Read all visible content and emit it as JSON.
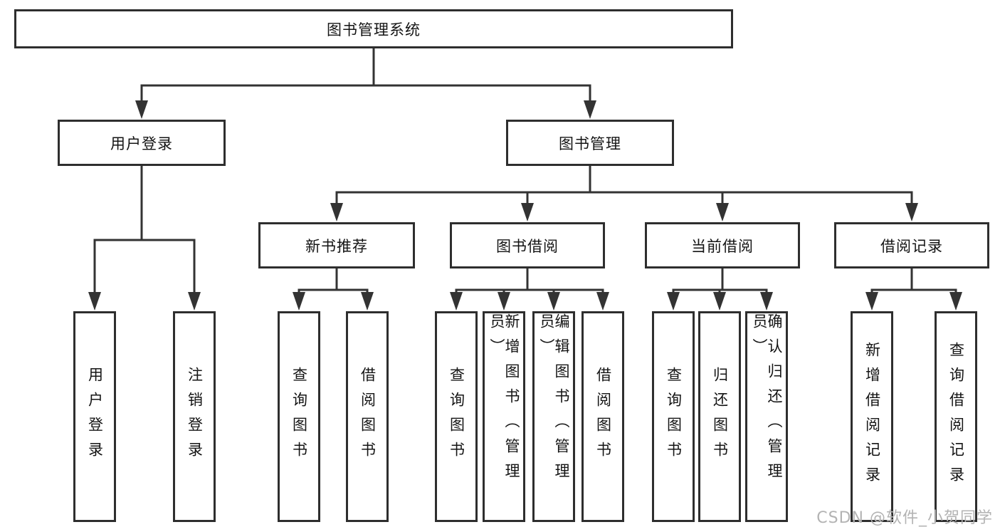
{
  "diagram": {
    "root": {
      "label": "图书管理系统"
    },
    "branches": {
      "user_login": {
        "label": "用户登录",
        "children": {
          "login": {
            "label": "用户登录"
          },
          "logout": {
            "label": "注销登录"
          }
        }
      },
      "book_mgmt": {
        "label": "图书管理",
        "children": {
          "new_book_rec": {
            "label": "新书推荐",
            "children": {
              "query": {
                "label": "查询图书"
              },
              "borrow": {
                "label": "借阅图书"
              }
            }
          },
          "book_borrow": {
            "label": "图书借阅",
            "children": {
              "query": {
                "label": "查询图书"
              },
              "add": {
                "label": "新增图书（管理员）"
              },
              "edit": {
                "label": "编辑图书（管理员）"
              },
              "borrow": {
                "label": "借阅图书"
              }
            }
          },
          "current_borrow": {
            "label": "当前借阅",
            "children": {
              "query": {
                "label": "查询图书"
              },
              "return_book": {
                "label": "归还图书"
              },
              "confirm_return": {
                "label": "确认归还（管理员）"
              }
            }
          },
          "borrow_records": {
            "label": "借阅记录",
            "children": {
              "add_record": {
                "label": "新增借阅记录"
              },
              "query_record": {
                "label": "查询借阅记录"
              }
            }
          }
        }
      }
    },
    "watermark": "CSDN @软件_小贺同学",
    "colors": {
      "background": "#ffffff",
      "line": "#333333",
      "box_border": "#2e2e2e",
      "text": "#141414",
      "watermark": "#b3b3b3"
    }
  }
}
